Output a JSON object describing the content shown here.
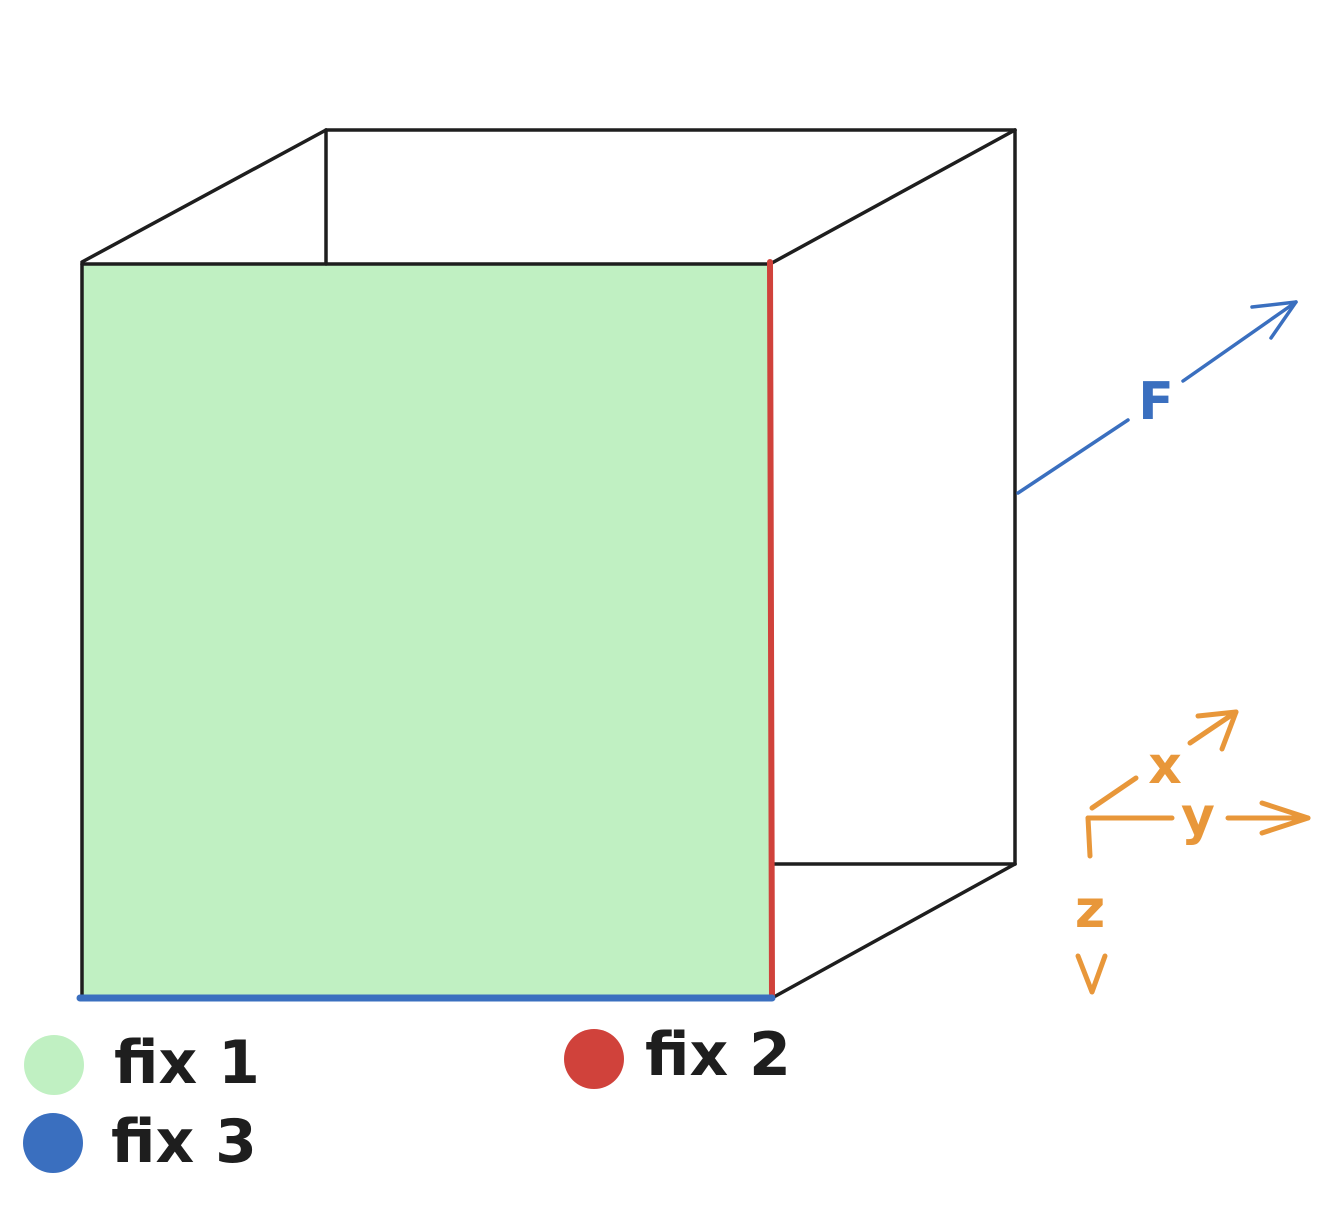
{
  "diagram": {
    "force_label": "F",
    "axes": {
      "x_label": "x",
      "y_label": "y",
      "z_label": "z"
    },
    "legend": [
      {
        "label": "fix 1",
        "color": "#c0f0c2"
      },
      {
        "label": "fix 2",
        "color": "#d0423b"
      },
      {
        "label": "fix 3",
        "color": "#3a6fbf"
      }
    ],
    "colors": {
      "edge": "#1e1e1e",
      "face_fix1": "#c0f0c2",
      "edge_fix2": "#d0423b",
      "edge_fix3": "#3a6fbf",
      "force": "#3a6fbf",
      "axes": "#e8973a"
    }
  }
}
